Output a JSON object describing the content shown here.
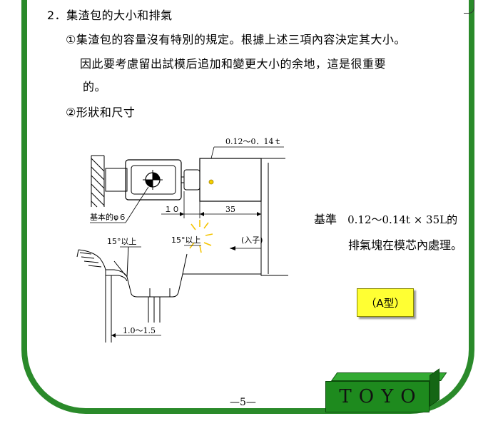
{
  "heading": "2．集渣包的大小和排氣",
  "paragraphs": [
    "①集渣包的容量沒有特別的規定。根據上述三項內容決定其大小。",
    "因此要考慮留出試模后追加和變更大小的余地，這是很重要",
    "的。",
    "②形狀和尺寸"
  ],
  "drawing": {
    "dim_top": "0.12～0．14ｔ",
    "dim_10": "１０",
    "dim_35": "35",
    "label_pin": "基本的φ６",
    "angle_left": "15°以上",
    "angle_right": "15°以上",
    "label_inlet": "(入子)",
    "dim_bottom": "1.0～1.5"
  },
  "note": {
    "label": "基準",
    "formula": "0.12～0.14t × 35L的",
    "line2": "排氣塊在模芯內處理。"
  },
  "badge": "（A型）",
  "page_number": "—5—",
  "logo": "TOYO",
  "colors": {
    "frame": "#2a8a2a",
    "badge": "#ffff33",
    "logo": "#1e8a1e",
    "marker": "#f5d000"
  }
}
